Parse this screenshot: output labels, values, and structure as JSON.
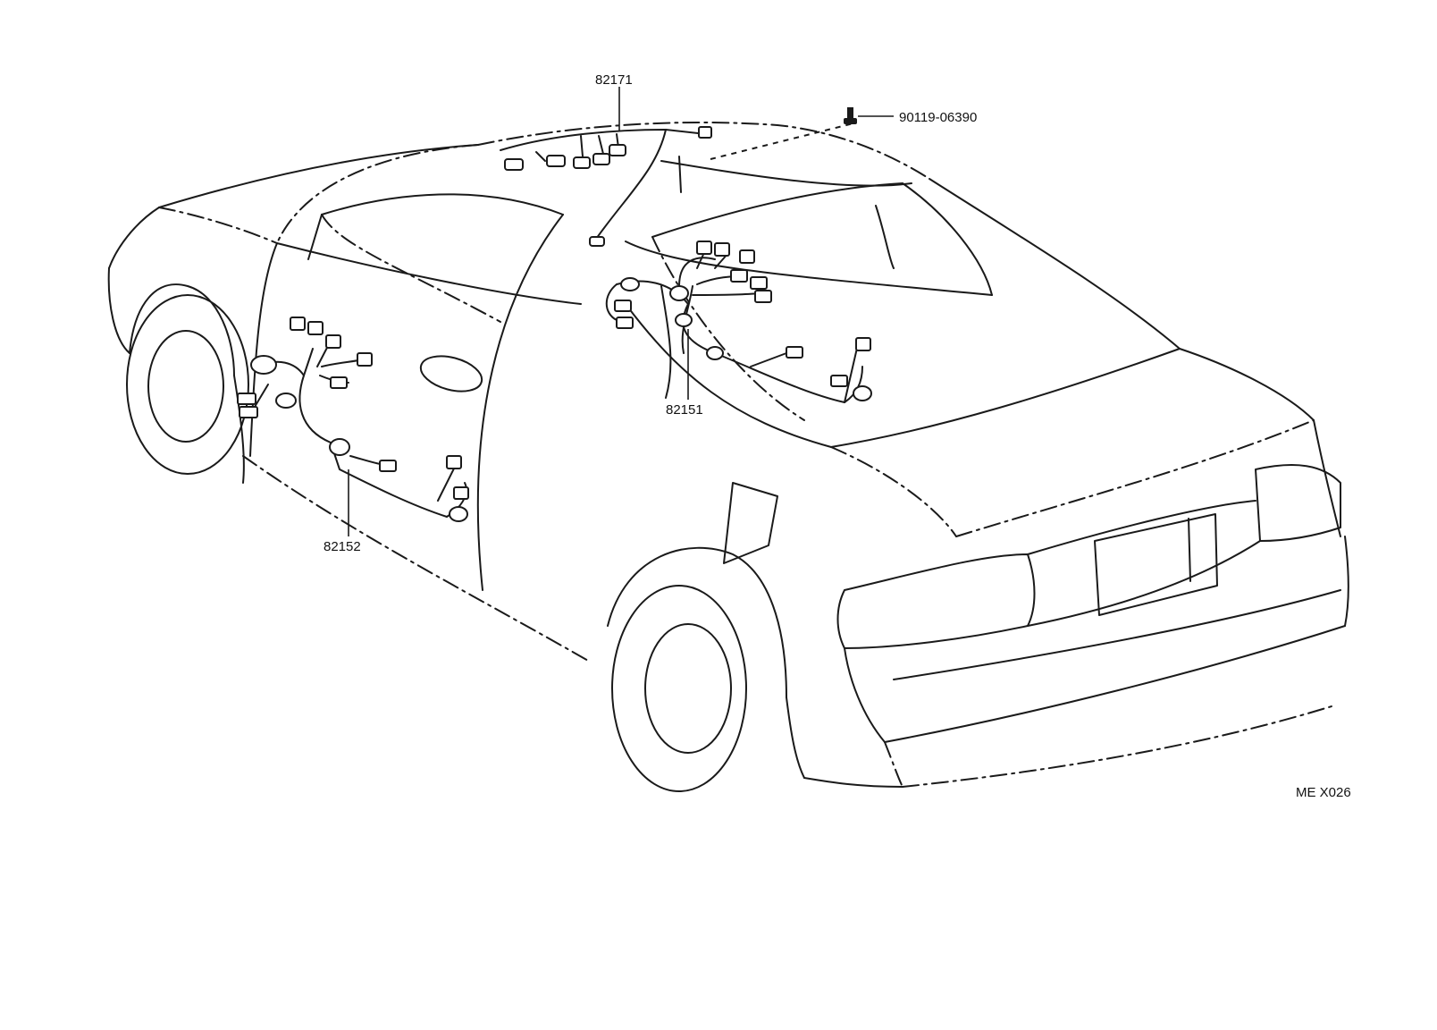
{
  "parts": {
    "roof_harness": "82171",
    "bolt": "90119-06390",
    "floor_harness_right": "82151",
    "floor_harness_left": "82152"
  },
  "illustration_code": "ME X026",
  "colors": {
    "line": "#1a1a1a",
    "background": "#ffffff"
  }
}
